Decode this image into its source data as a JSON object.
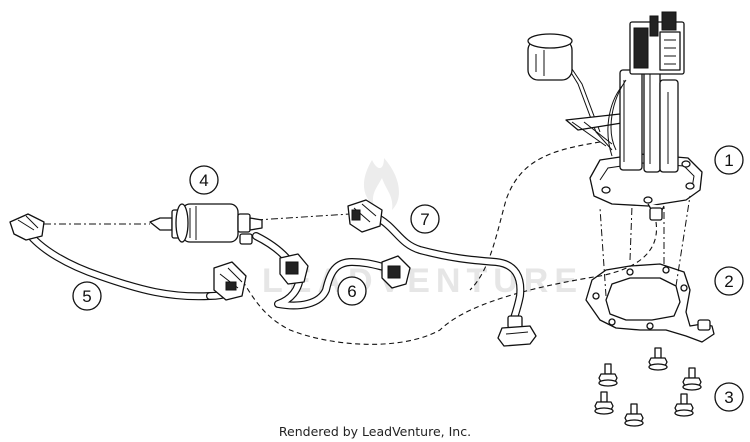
{
  "callouts": [
    {
      "label": "1"
    },
    {
      "label": "2"
    },
    {
      "label": "3"
    },
    {
      "label": "4"
    },
    {
      "label": "5"
    },
    {
      "label": "6"
    },
    {
      "label": "7"
    }
  ],
  "watermark": {
    "text": "LEADVENTURE"
  },
  "footer": {
    "credit": "Rendered by LeadVenture, Inc."
  },
  "colors": {
    "line": "#111111",
    "background": "#ffffff",
    "watermark": "#e6e6e6"
  }
}
